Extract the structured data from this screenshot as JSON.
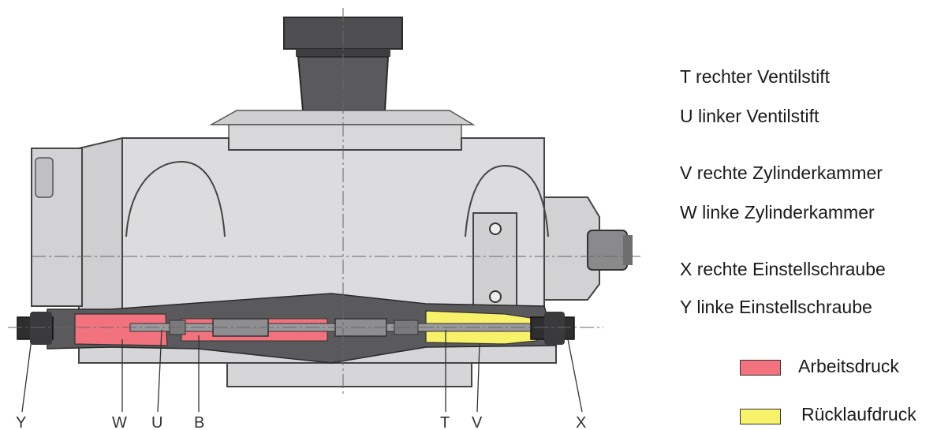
{
  "legend": {
    "items": [
      {
        "letter": "T",
        "text": "rechter Ventilstift"
      },
      {
        "letter": "U",
        "text": "linker Ventilstift"
      },
      {
        "letter": "V",
        "text": "rechte Zylinderkammer"
      },
      {
        "letter": "W",
        "text": "linke Zylinderkammer"
      },
      {
        "letter": "X",
        "text": "rechte Einstellschraube"
      },
      {
        "letter": "Y",
        "text": "linke Einstellschraube"
      }
    ],
    "pressure": [
      {
        "label": "Arbeitsdruck",
        "color": "#f2727e"
      },
      {
        "label": "Rücklaufdruck",
        "color": "#f8f16a"
      }
    ]
  },
  "callouts": [
    "Y",
    "W",
    "U",
    "B",
    "T",
    "V",
    "X"
  ],
  "colors": {
    "body": "#d8d8da",
    "dark": "#5a5a5c",
    "outline": "#3a3a3a"
  }
}
